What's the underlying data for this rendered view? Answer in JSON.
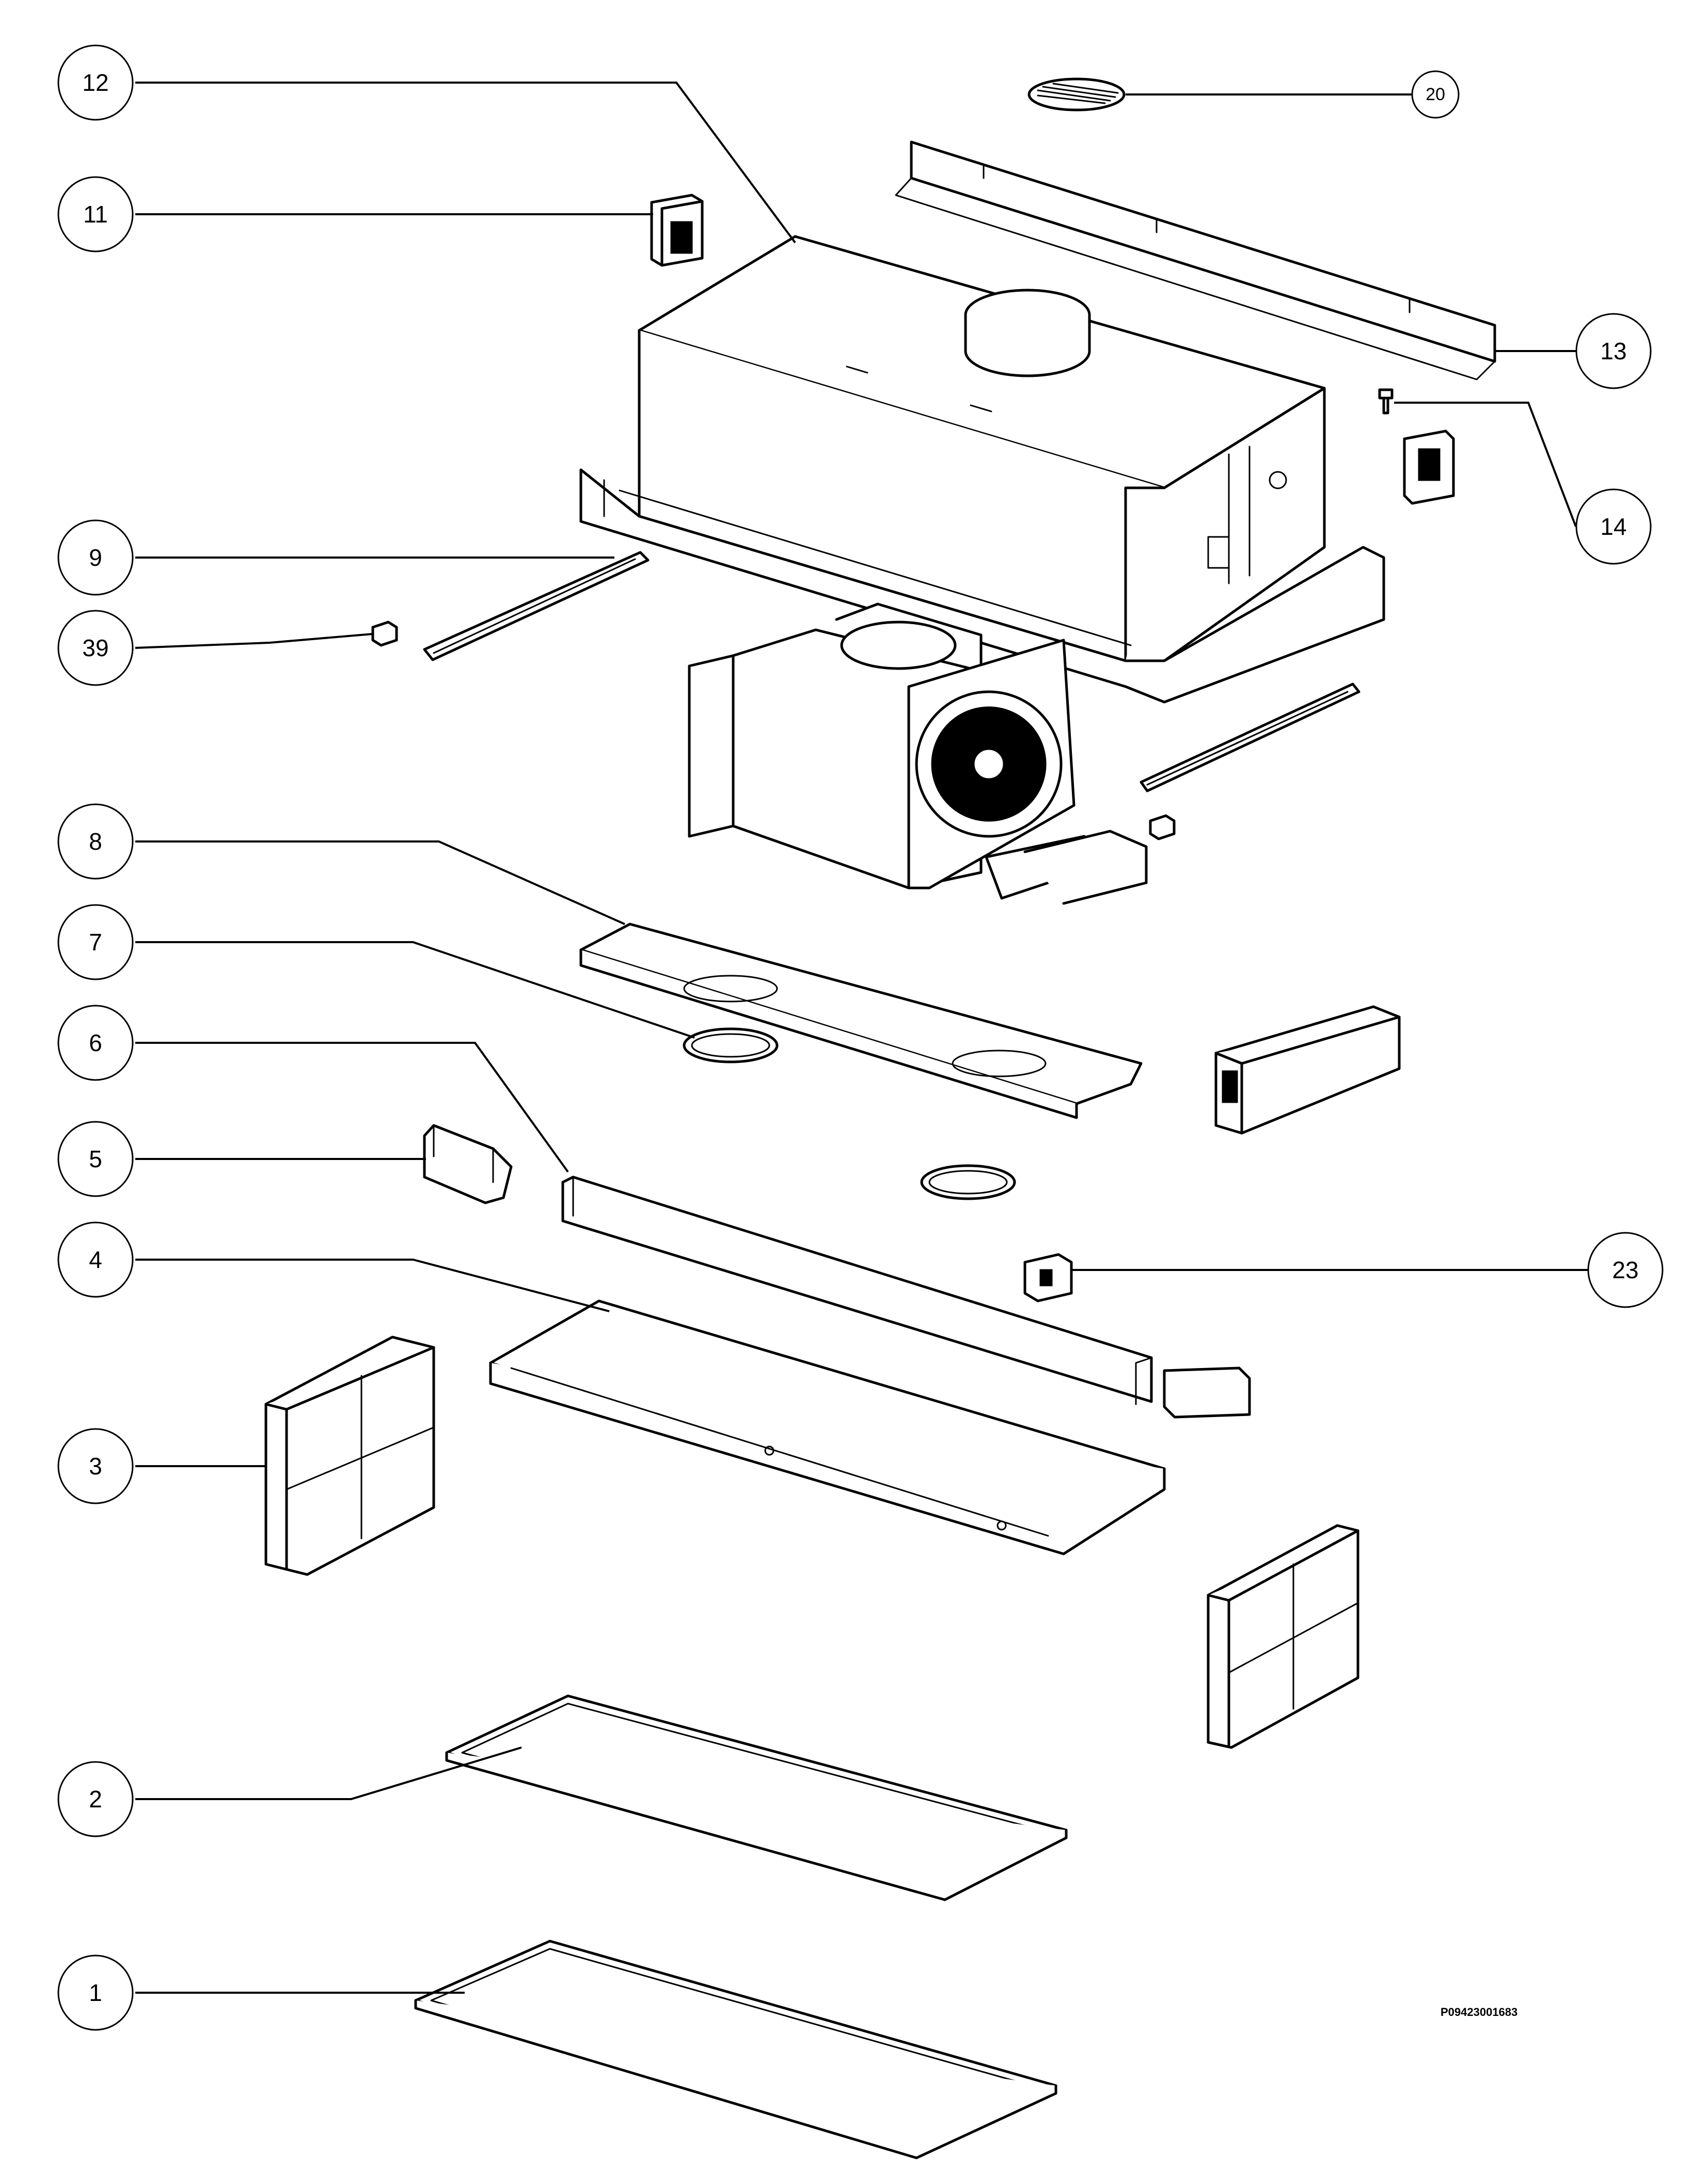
{
  "callouts": [
    {
      "id": "c12",
      "label": "12"
    },
    {
      "id": "c11",
      "label": "11"
    },
    {
      "id": "c20",
      "label": "20"
    },
    {
      "id": "c13",
      "label": "13"
    },
    {
      "id": "c14",
      "label": "14"
    },
    {
      "id": "c9",
      "label": "9"
    },
    {
      "id": "c39",
      "label": "39"
    },
    {
      "id": "c8",
      "label": "8"
    },
    {
      "id": "c7",
      "label": "7"
    },
    {
      "id": "c6",
      "label": "6"
    },
    {
      "id": "c5",
      "label": "5"
    },
    {
      "id": "c4",
      "label": "4"
    },
    {
      "id": "c23",
      "label": "23"
    },
    {
      "id": "c3",
      "label": "3"
    },
    {
      "id": "c2",
      "label": "2"
    },
    {
      "id": "c1",
      "label": "1"
    }
  ],
  "document_code": "P09423001683"
}
